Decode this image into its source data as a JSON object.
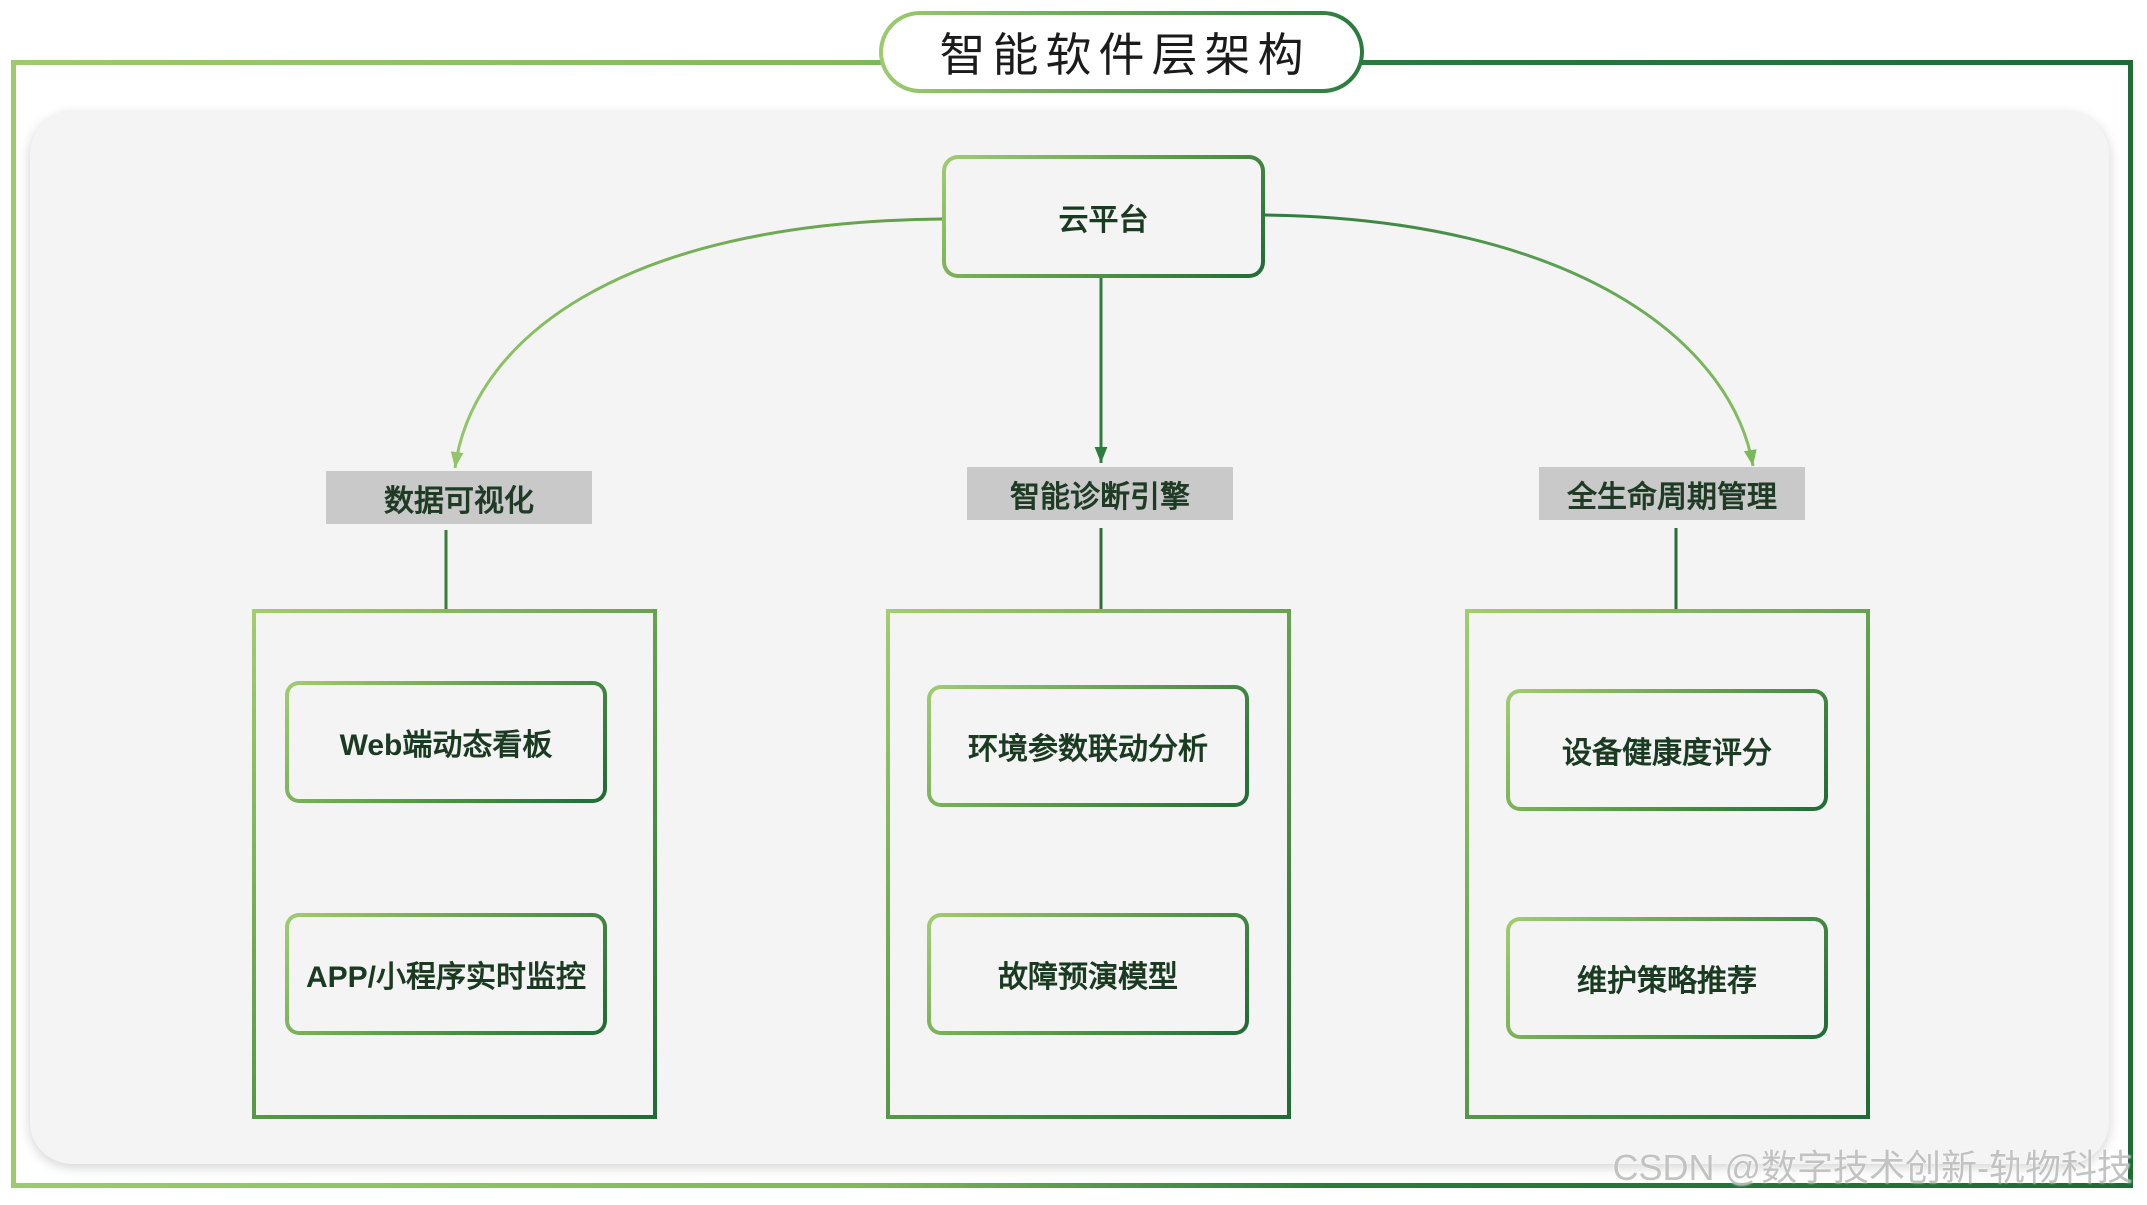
{
  "title": "智能软件层架构",
  "root": {
    "label": "云平台"
  },
  "branches": [
    {
      "label": "数据可视化",
      "items": [
        "Web端动态看板",
        "APP/小程序实时监控"
      ]
    },
    {
      "label": "智能诊断引擎",
      "items": [
        "环境参数联动分析",
        "故障预演模型"
      ]
    },
    {
      "label": "全生命周期管理",
      "items": [
        "设备健康度评分",
        "维护策略推荐"
      ]
    }
  ],
  "watermark": "CSDN @数字技术创新-轨物科技",
  "colors": {
    "light_green": "#9ccb6d",
    "mid_green": "#5e9e49",
    "dark_green": "#1f6b36",
    "panel": "#f4f4f4",
    "label_bg": "#c8c9c8",
    "text": "#1a3a22"
  }
}
